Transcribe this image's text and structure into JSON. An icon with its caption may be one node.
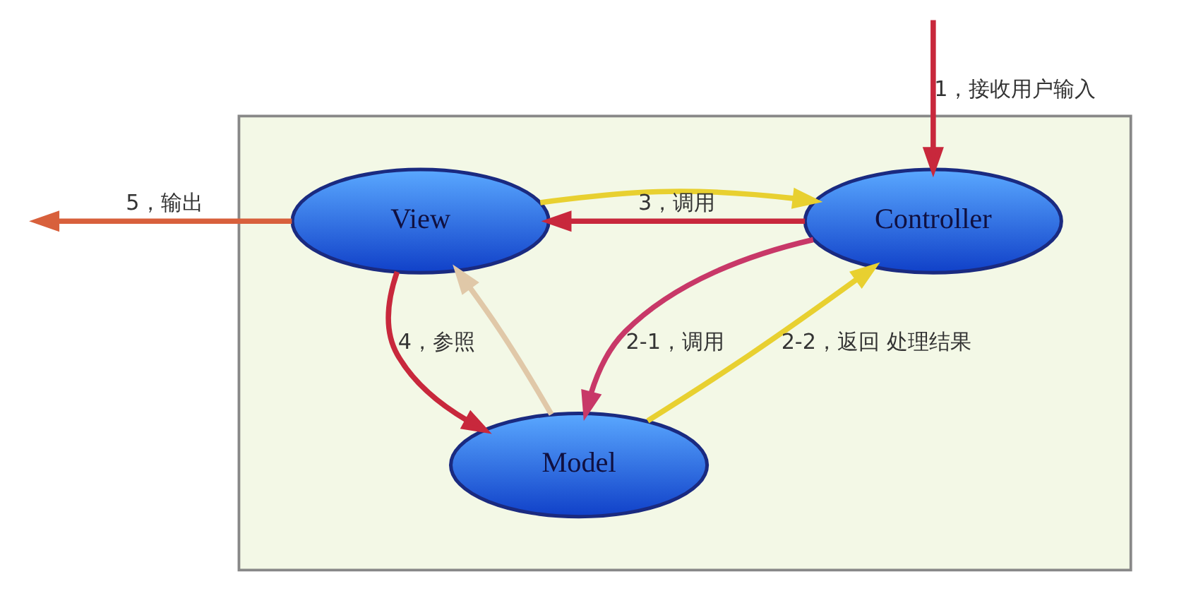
{
  "diagram": {
    "nodes": [
      {
        "text": [],
        "shape": "box"
      },
      {
        "text": [
          "View"
        ],
        "in": 0
      },
      {
        "text": [
          "Controller"
        ],
        "in": 0
      },
      {
        "text": [
          "Model"
        ],
        "in": 0
      }
    ],
    "edges": [
      {
        "from": null,
        "to": 2,
        "arrow": "to",
        "label": "1，接收用户输入"
      },
      {
        "from": 2,
        "to": 1,
        "arrow": "to",
        "label": "3，调用"
      },
      {
        "from": 1,
        "to": 2,
        "arrow": "to",
        "color": "#e8d030"
      },
      {
        "from": 1,
        "to": null,
        "arrow": "to",
        "label": "5，输出",
        "color": "#d8603c"
      },
      {
        "from": 1,
        "to": 3,
        "arrow": "to",
        "label": "4，参照"
      },
      {
        "from": 3,
        "to": 1,
        "arrow": "to",
        "color": "#e0c8a8"
      },
      {
        "from": 2,
        "to": 3,
        "arrow": "to",
        "label": "2-1，调用",
        "color": "#c83868"
      },
      {
        "from": 3,
        "to": 2,
        "arrow": "to",
        "label": "2-2，返回 处理结果",
        "color": "#e8d030"
      }
    ]
  }
}
